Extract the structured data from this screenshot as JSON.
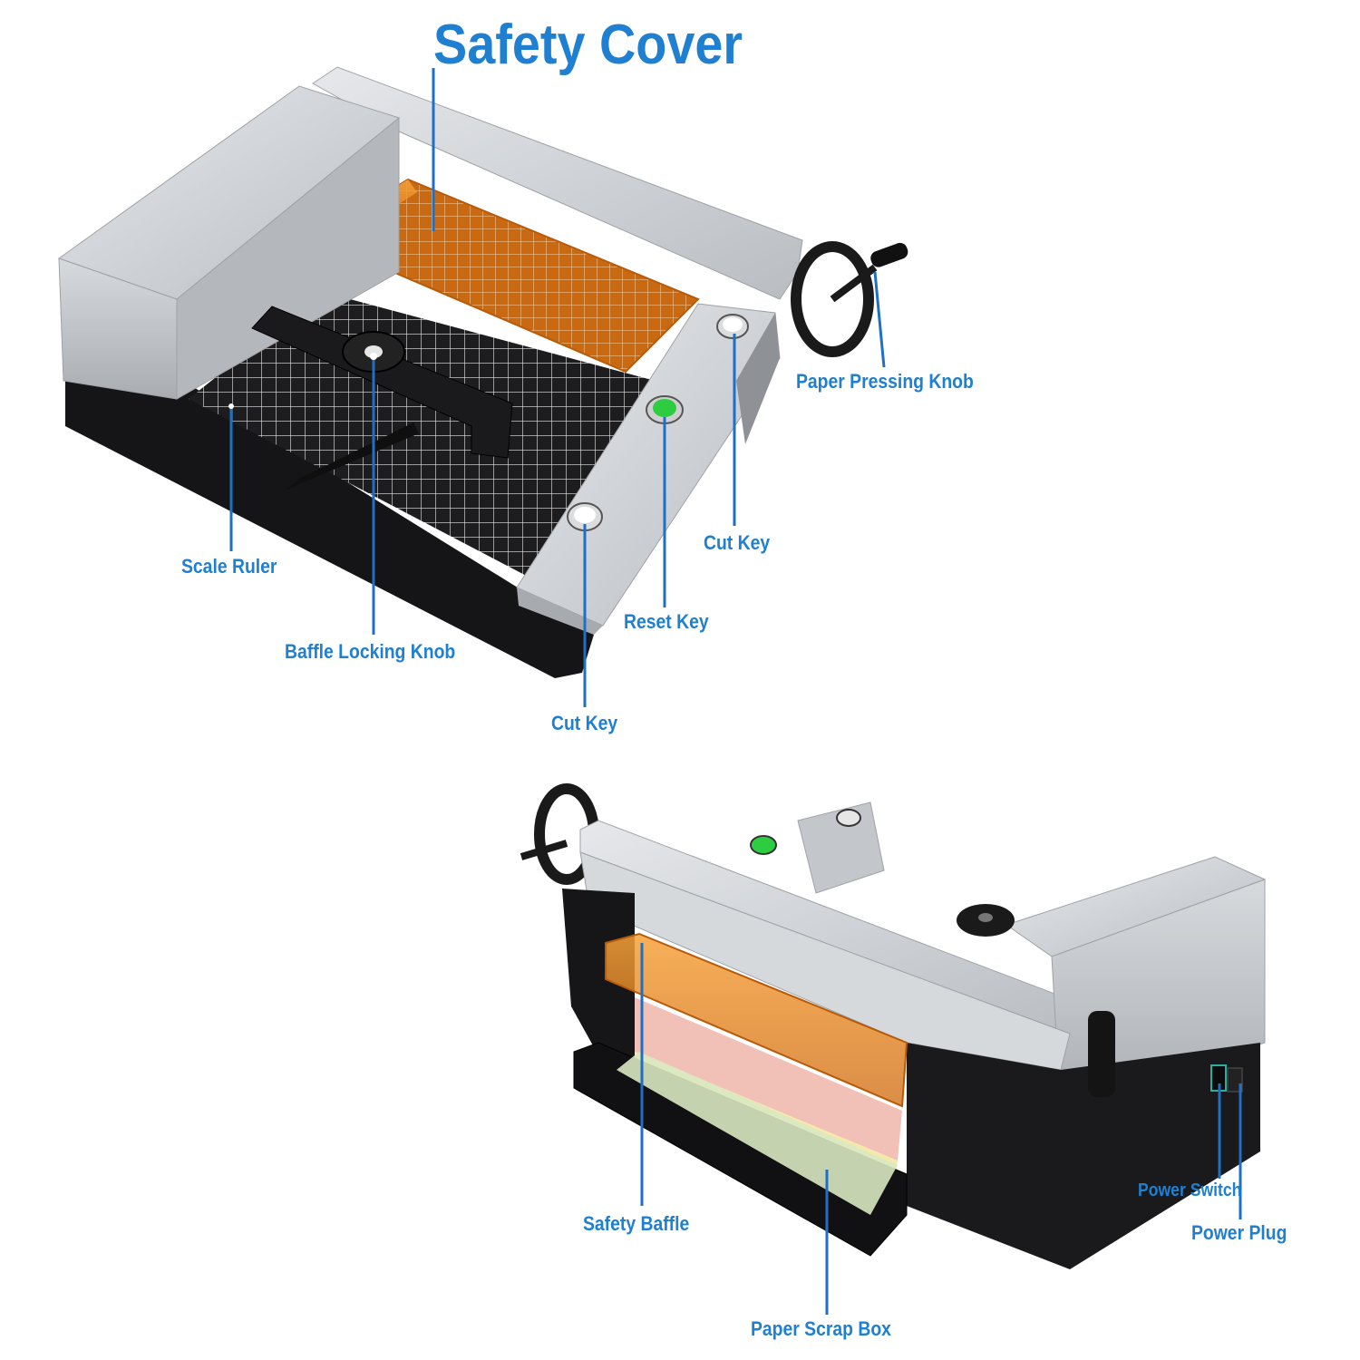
{
  "title": "Safety Cover",
  "labels": {
    "paper_pressing_knob": "Paper Pressing Knob",
    "cut_key_right": "Cut Key",
    "scale_ruler": "Scale Ruler",
    "reset_key": "Reset Key",
    "baffle_locking_knob": "Baffle Locking Knob",
    "cut_key_bottom": "Cut Key",
    "safety_baffle": "Safety Baffle",
    "power_switch": "Power Switch",
    "power_plug": "Power Plug",
    "paper_scrap_box": "Paper Scrap Box"
  },
  "colors": {
    "label": "#1f7fd0",
    "leader": "#1f6fc4",
    "machine_silver": "#c9cdd2",
    "machine_dark": "#1c1c1e",
    "safety_cover": "#f08a1c",
    "reset_button": "#2ecc40"
  }
}
